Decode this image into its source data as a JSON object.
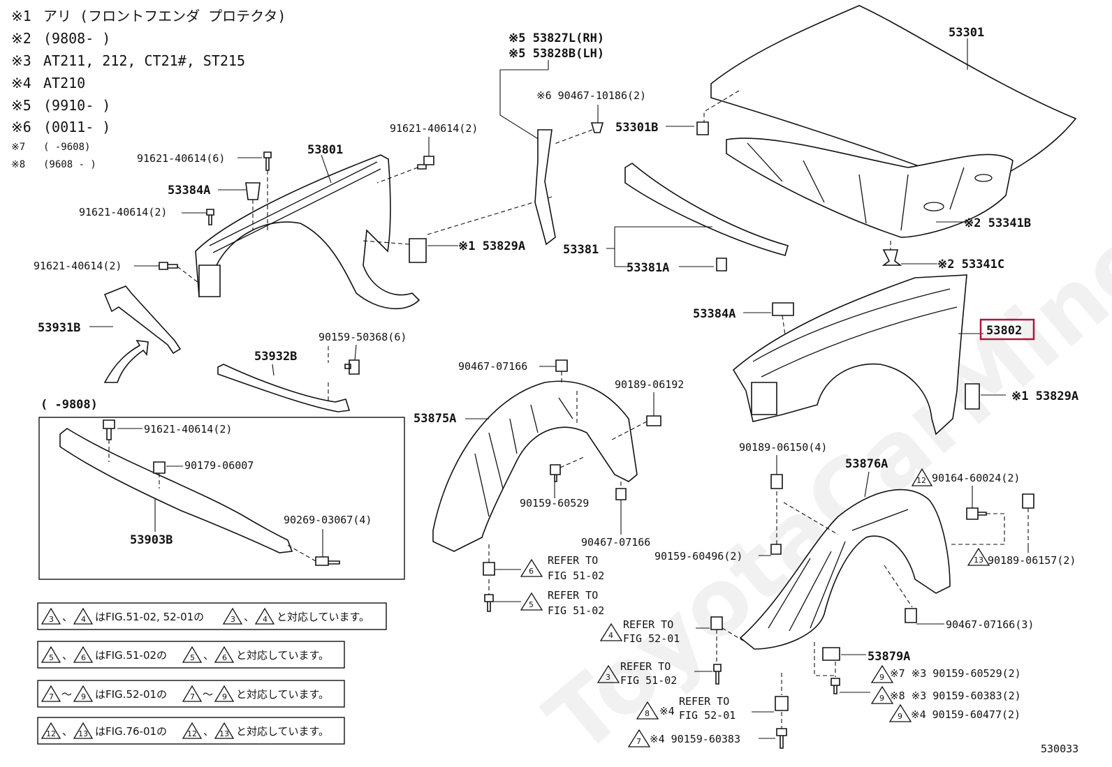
{
  "notes": [
    {
      "mark": "※1",
      "text": "アリ (フロントフエンダ プロテクタ)"
    },
    {
      "mark": "※2",
      "text": "(9808- )"
    },
    {
      "mark": "※3",
      "text": "AT211, 212, CT21#, ST215"
    },
    {
      "mark": "※4",
      "text": "AT210"
    },
    {
      "mark": "※5",
      "text": "(9910- )"
    },
    {
      "mark": "※6",
      "text": "(0011- )"
    },
    {
      "mark": "※7",
      "text": "( -9608)"
    },
    {
      "mark": "※8",
      "text": "(9608 - )"
    }
  ],
  "labels": {
    "l53827L": "※5 53827L(RH)",
    "l53828B": "※5 53828B(LH)",
    "l90467_10186": "※6 90467-10186(2)",
    "l53301": "53301",
    "l53301B": "53301B",
    "l91621_a": "91621-40614(2)",
    "l53801": "53801",
    "l91621_b": "91621-40614(6)",
    "l53384A_1": "53384A",
    "l91621_c": "91621-40614(2)",
    "l53829A_1": "※1 53829A",
    "l53381": "53381",
    "l53381A": "53381A",
    "l53341B": "※2 53341B",
    "l53341C": "※2 53341C",
    "l91621_d": "91621-40614(2)",
    "l53384A_2": "53384A",
    "l53802": "53802",
    "l53931B": "53931B",
    "l90159_50368": "90159-50368(6)",
    "l53932B": "53932B",
    "l90467_07166_a": "90467-07166",
    "l90189_06192": "90189-06192",
    "l53829A_2": "※1 53829A",
    "l9808": "( -9808)",
    "l53875A": "53875A",
    "l91621_e": "91621-40614(2)",
    "l90179": "90179-06007",
    "l90189_06150": "90189-06150(4)",
    "l53876A": "53876A",
    "l90164": "90164-60024(2)",
    "l90159_60529_a": "90159-60529",
    "l90467_07166_b": "90467-07166",
    "l53903B": "53903B",
    "l90269": "90269-03067(4)",
    "l90159_60496": "90159-60496(2)",
    "l90189_06157": "90189-06157(2)",
    "l90467_07166_c": "90467-07166(3)",
    "l53879A": "53879A",
    "l90159_60529_b": "※7 ※3 90159-60529(2)",
    "l90159_60383_a": "※8 ※3 90159-60383(2)",
    "l90159_60477": "※4 90159-60477(2)",
    "l90159_60383_b": "※4 90159-60383",
    "refer_to": "REFER TO",
    "fig_51_02": "FIG 51-02",
    "fig_52_01": "FIG 52-01",
    "page_code": "530033"
  },
  "triangles": {
    "t6": "6",
    "t5": "5",
    "t4": "4",
    "t3": "3",
    "t8": "8",
    "t7": "7",
    "t9a": "9",
    "t9b": "9",
    "t9c": "9",
    "t12": "12",
    "t13": "13"
  },
  "legend": [
    {
      "a": "3",
      "b": "4",
      "fig": "はFIG.51-02, 52-01の",
      "c": "3",
      "d": "4",
      "tail": "と対応しています。",
      "sep": "、"
    },
    {
      "a": "5",
      "b": "6",
      "fig": "はFIG.51-02の",
      "c": "5",
      "d": "6",
      "tail": "と対応しています。",
      "sep": "、"
    },
    {
      "a": "7",
      "b": "9",
      "fig": "はFIG.52-01の",
      "c": "7",
      "d": "9",
      "tail": "と対応しています。",
      "sep": "〜"
    },
    {
      "a": "12",
      "b": "13",
      "fig": "はFIG.76-01の",
      "c": "12",
      "d": "13",
      "tail": "と対応しています。",
      "sep": "、"
    }
  ],
  "watermark": "ToyotaCarMine.ru",
  "highlight_color": "#b0133c"
}
